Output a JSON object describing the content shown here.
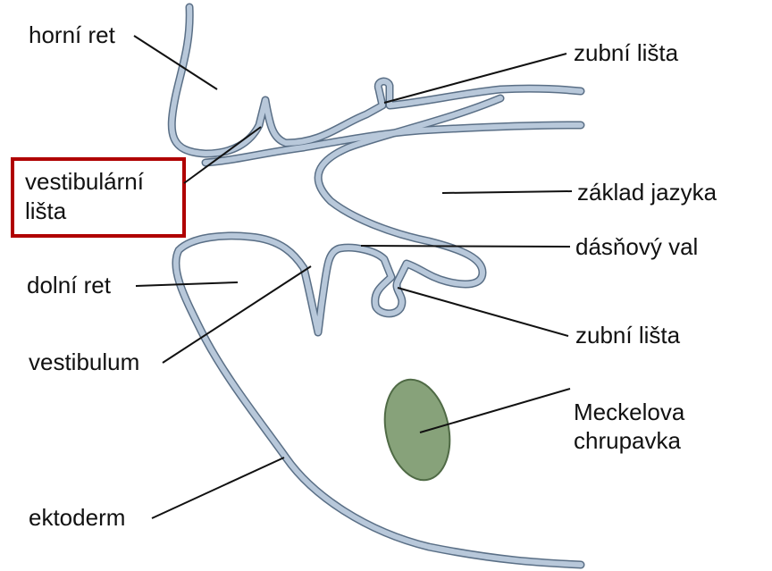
{
  "labels": {
    "horni_ret": "horní ret",
    "vestibularni_lista_line1": "vestibulární",
    "vestibularni_lista_line2": "lišta",
    "dolni_ret": "dolní ret",
    "vestibulum": "vestibulum",
    "ektoderm": "ektoderm",
    "zubni_lista_upper": "zubní lišta",
    "zaklad_jazyka": "základ jazyka",
    "dasnovy_val": "dásňový val",
    "zubni_lista_lower": "zubní lišta",
    "meckelova_line1": "Meckelova",
    "meckelova_line2": "chrupavka"
  },
  "colors": {
    "epithelium_fill": "#b8c8da",
    "epithelium_outline": "#5a6f86",
    "cartilage_fill": "#87a27a",
    "cartilage_outline": "#4f6a45",
    "highlight_box": "#b00000",
    "text": "#111111"
  }
}
